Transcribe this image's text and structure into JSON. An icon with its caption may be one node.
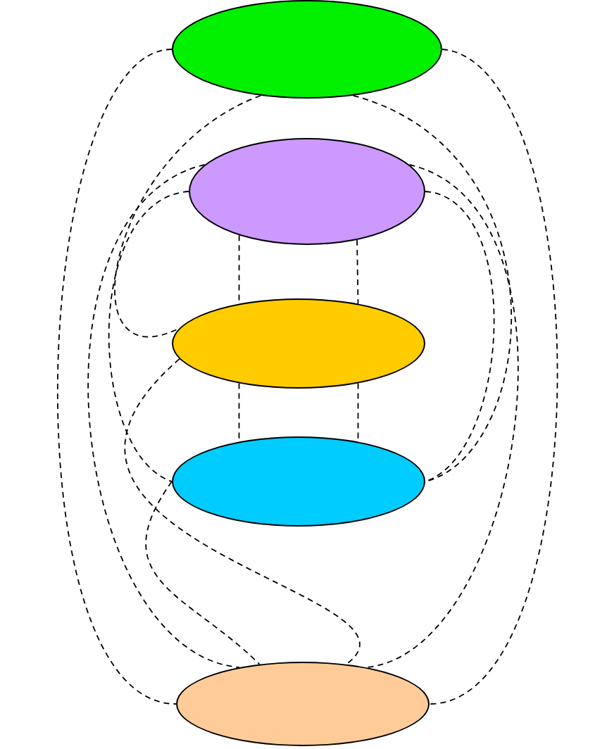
{
  "diagram": {
    "nodes": [
      {
        "text": [],
        "shape": "ellipse"
      },
      {
        "text": [],
        "shape": "ellipse"
      },
      {
        "text": [],
        "shape": "ellipse"
      },
      {
        "text": [],
        "shape": "ellipse"
      },
      {
        "text": [],
        "shape": "ellipse"
      }
    ],
    "edges": [
      {
        "from": 0,
        "to": 4,
        "arrow": "none"
      },
      {
        "from": 0,
        "to": 4,
        "arrow": "none"
      },
      {
        "from": 1,
        "to": 2,
        "arrow": "none"
      },
      {
        "from": 1,
        "to": 2,
        "arrow": "none"
      },
      {
        "from": 2,
        "to": 3,
        "arrow": "none"
      },
      {
        "from": 2,
        "to": 3,
        "arrow": "none"
      },
      {
        "from": 1,
        "to": 3,
        "arrow": "none"
      },
      {
        "from": 1,
        "to": 3,
        "arrow": "none"
      },
      {
        "from": 0,
        "to": 2,
        "arrow": "none"
      },
      {
        "from": 0,
        "to": 3,
        "arrow": "none"
      },
      {
        "from": 1,
        "to": 4,
        "arrow": "none"
      },
      {
        "from": 1,
        "to": 4,
        "arrow": "none"
      },
      {
        "from": 2,
        "to": 4,
        "arrow": "none"
      },
      {
        "from": 3,
        "to": 4,
        "arrow": "none"
      }
    ]
  }
}
